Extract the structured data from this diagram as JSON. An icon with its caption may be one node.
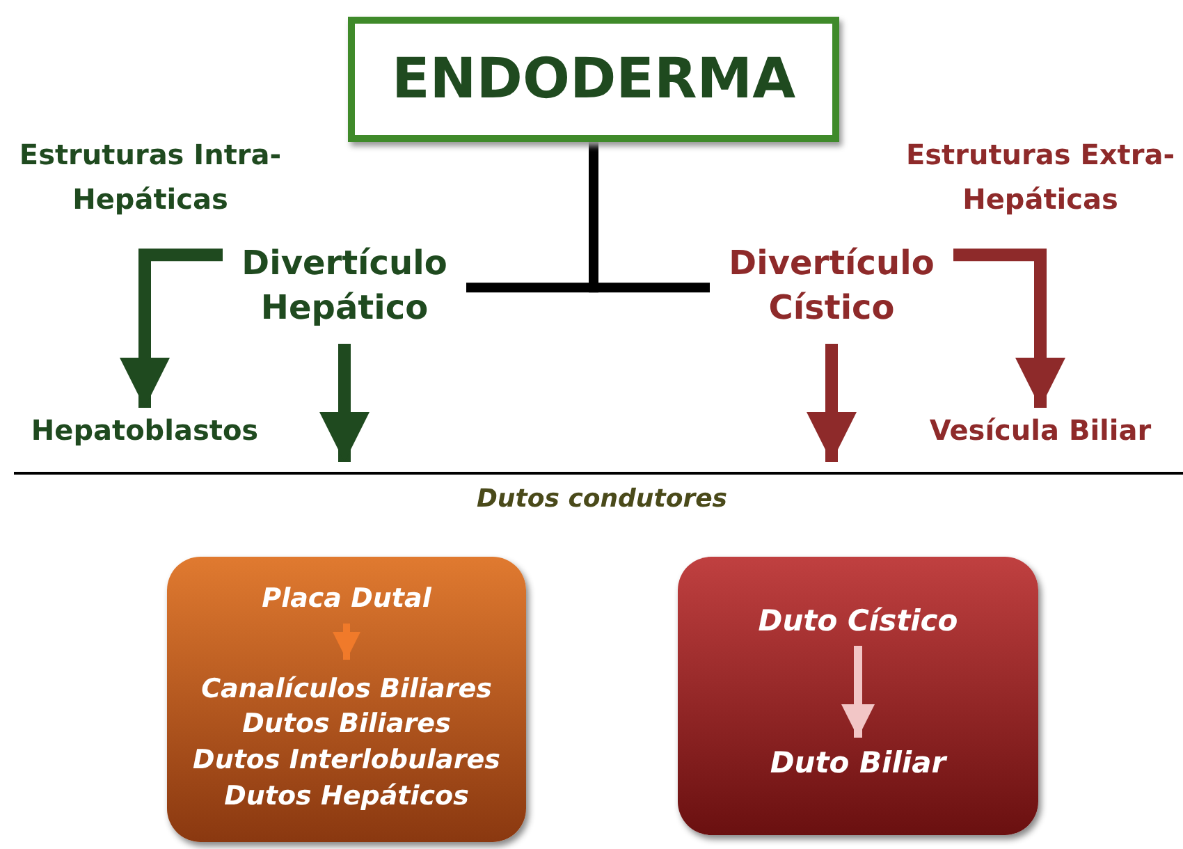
{
  "diagram": {
    "nodes": [
      {
        "text": [
          "ENDODERMA"
        ]
      },
      {
        "text": [
          "Divertículo Hepático"
        ]
      },
      {
        "text": [
          "Divertículo Cístico"
        ]
      },
      {
        "text": [
          "Hepatoblastos"
        ]
      },
      {
        "text": [
          "Vesícula Biliar"
        ]
      },
      {
        "text": [],
        "shape": "box"
      },
      {
        "text": [
          "Placa Dutal"
        ],
        "in": 5
      },
      {
        "text": [
          "Canalículos Biliares",
          "Dutos Biliares",
          "Dutos Interlobulares",
          "Dutos Hepáticos"
        ],
        "in": 5
      },
      {
        "text": [],
        "shape": "box"
      },
      {
        "text": [
          "Duto Cístico"
        ],
        "in": 8
      },
      {
        "text": [
          "Duto Biliar"
        ],
        "in": 8
      }
    ],
    "edges": [
      {
        "from": 0,
        "to": 1,
        "arrow": "none"
      },
      {
        "from": 0,
        "to": 2,
        "arrow": "none"
      },
      {
        "from": 1,
        "to": 3,
        "arrow": "to",
        "color": "#1f4a1f"
      },
      {
        "from": 1,
        "to": null,
        "arrow": "to",
        "color": "#1f4a1f"
      },
      {
        "from": 2,
        "to": 4,
        "arrow": "to",
        "color": "#8e2a2a"
      },
      {
        "from": 2,
        "to": null,
        "arrow": "to",
        "color": "#8e2a2a"
      },
      {
        "from": 6,
        "to": 7,
        "arrow": "to",
        "color": "#f07a2a"
      },
      {
        "from": 9,
        "to": 10,
        "arrow": "to",
        "color": "#f2c6c6"
      }
    ],
    "labels": [
      "Estruturas Intra-Hepáticas",
      "Estruturas Extra-Hepáticas",
      "Dutos condutores"
    ]
  }
}
